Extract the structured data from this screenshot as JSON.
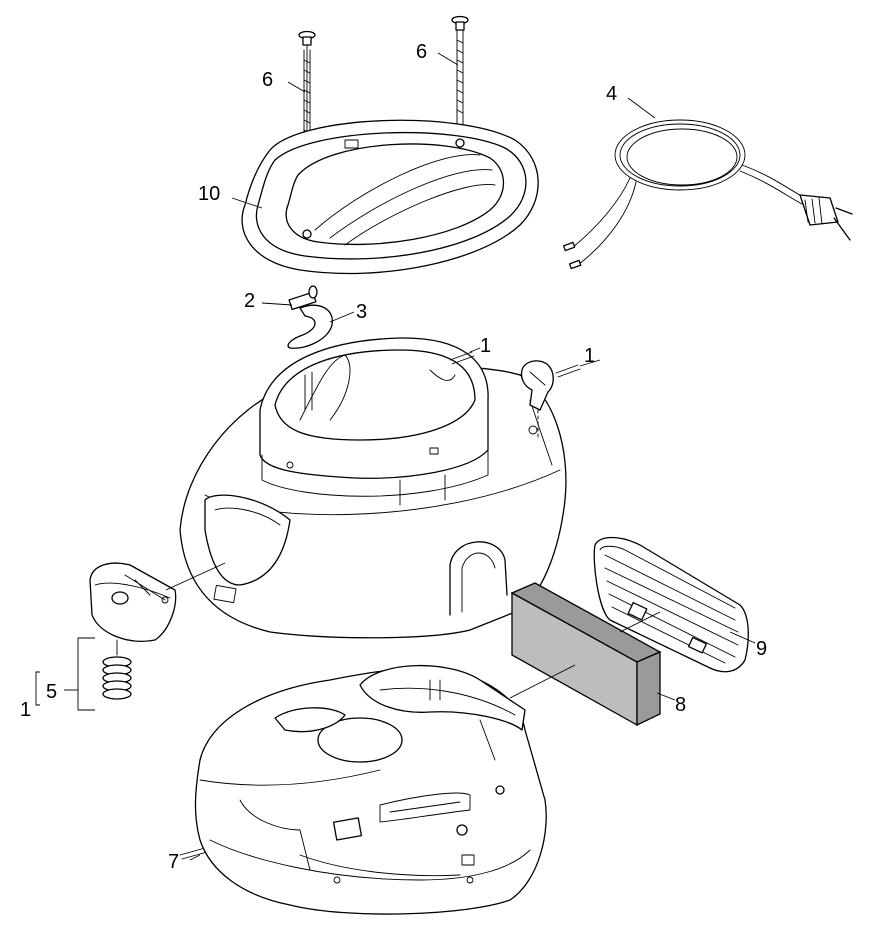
{
  "diagram": {
    "callouts": [
      {
        "id": "c-6a",
        "text": "6"
      },
      {
        "id": "c-6b",
        "text": "6"
      },
      {
        "id": "c-4",
        "text": "4"
      },
      {
        "id": "c-10",
        "text": "10"
      },
      {
        "id": "c-2",
        "text": "2"
      },
      {
        "id": "c-3",
        "text": "3"
      },
      {
        "id": "c-1a",
        "text": "1"
      },
      {
        "id": "c-1b",
        "text": "1"
      },
      {
        "id": "c-9",
        "text": "9"
      },
      {
        "id": "c-5",
        "text": "5"
      },
      {
        "id": "c-1c",
        "text": "1"
      },
      {
        "id": "c-8",
        "text": "8"
      },
      {
        "id": "c-7",
        "text": "7"
      }
    ],
    "colors": {
      "line": "#000000",
      "fill": "#ffffff",
      "filter_face": "#bdbdbd",
      "filter_side": "#9a9a9a"
    }
  }
}
